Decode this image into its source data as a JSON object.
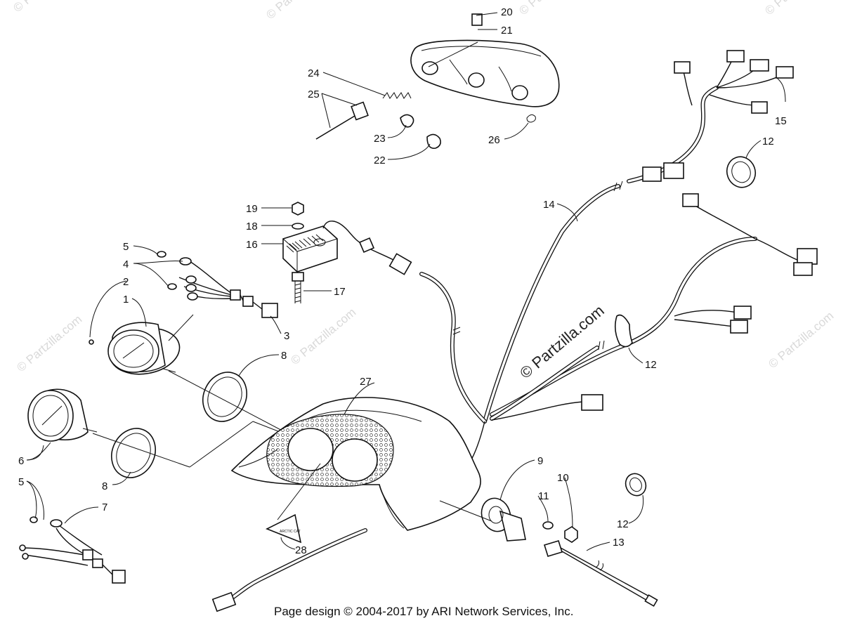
{
  "watermark": {
    "small_text": "© Partzilla.com",
    "large_text": "© Partzilla.com"
  },
  "footer": {
    "copyright": "Page design © 2004-2017 by ARI Network Services, Inc."
  },
  "decal_text": "ARCTIC CAT",
  "callouts": [
    {
      "id": "c20",
      "label": "20"
    },
    {
      "id": "c21",
      "label": "21"
    },
    {
      "id": "c24",
      "label": "24"
    },
    {
      "id": "c25",
      "label": "25"
    },
    {
      "id": "c23",
      "label": "23"
    },
    {
      "id": "c26",
      "label": "26"
    },
    {
      "id": "c22",
      "label": "22"
    },
    {
      "id": "c15",
      "label": "15"
    },
    {
      "id": "c12a",
      "label": "12"
    },
    {
      "id": "c14",
      "label": "14"
    },
    {
      "id": "c19",
      "label": "19"
    },
    {
      "id": "c18",
      "label": "18"
    },
    {
      "id": "c16",
      "label": "16"
    },
    {
      "id": "c17",
      "label": "17"
    },
    {
      "id": "c5a",
      "label": "5"
    },
    {
      "id": "c4",
      "label": "4"
    },
    {
      "id": "c2",
      "label": "2"
    },
    {
      "id": "c1",
      "label": "1"
    },
    {
      "id": "c3",
      "label": "3"
    },
    {
      "id": "c8a",
      "label": "8"
    },
    {
      "id": "c12b",
      "label": "12"
    },
    {
      "id": "c27",
      "label": "27"
    },
    {
      "id": "c6",
      "label": "6"
    },
    {
      "id": "c5b",
      "label": "5"
    },
    {
      "id": "c8b",
      "label": "8"
    },
    {
      "id": "c7",
      "label": "7"
    },
    {
      "id": "c9",
      "label": "9"
    },
    {
      "id": "c10",
      "label": "10"
    },
    {
      "id": "c11",
      "label": "11"
    },
    {
      "id": "c12c",
      "label": "12"
    },
    {
      "id": "c13",
      "label": "13"
    },
    {
      "id": "c28",
      "label": "28"
    }
  ]
}
